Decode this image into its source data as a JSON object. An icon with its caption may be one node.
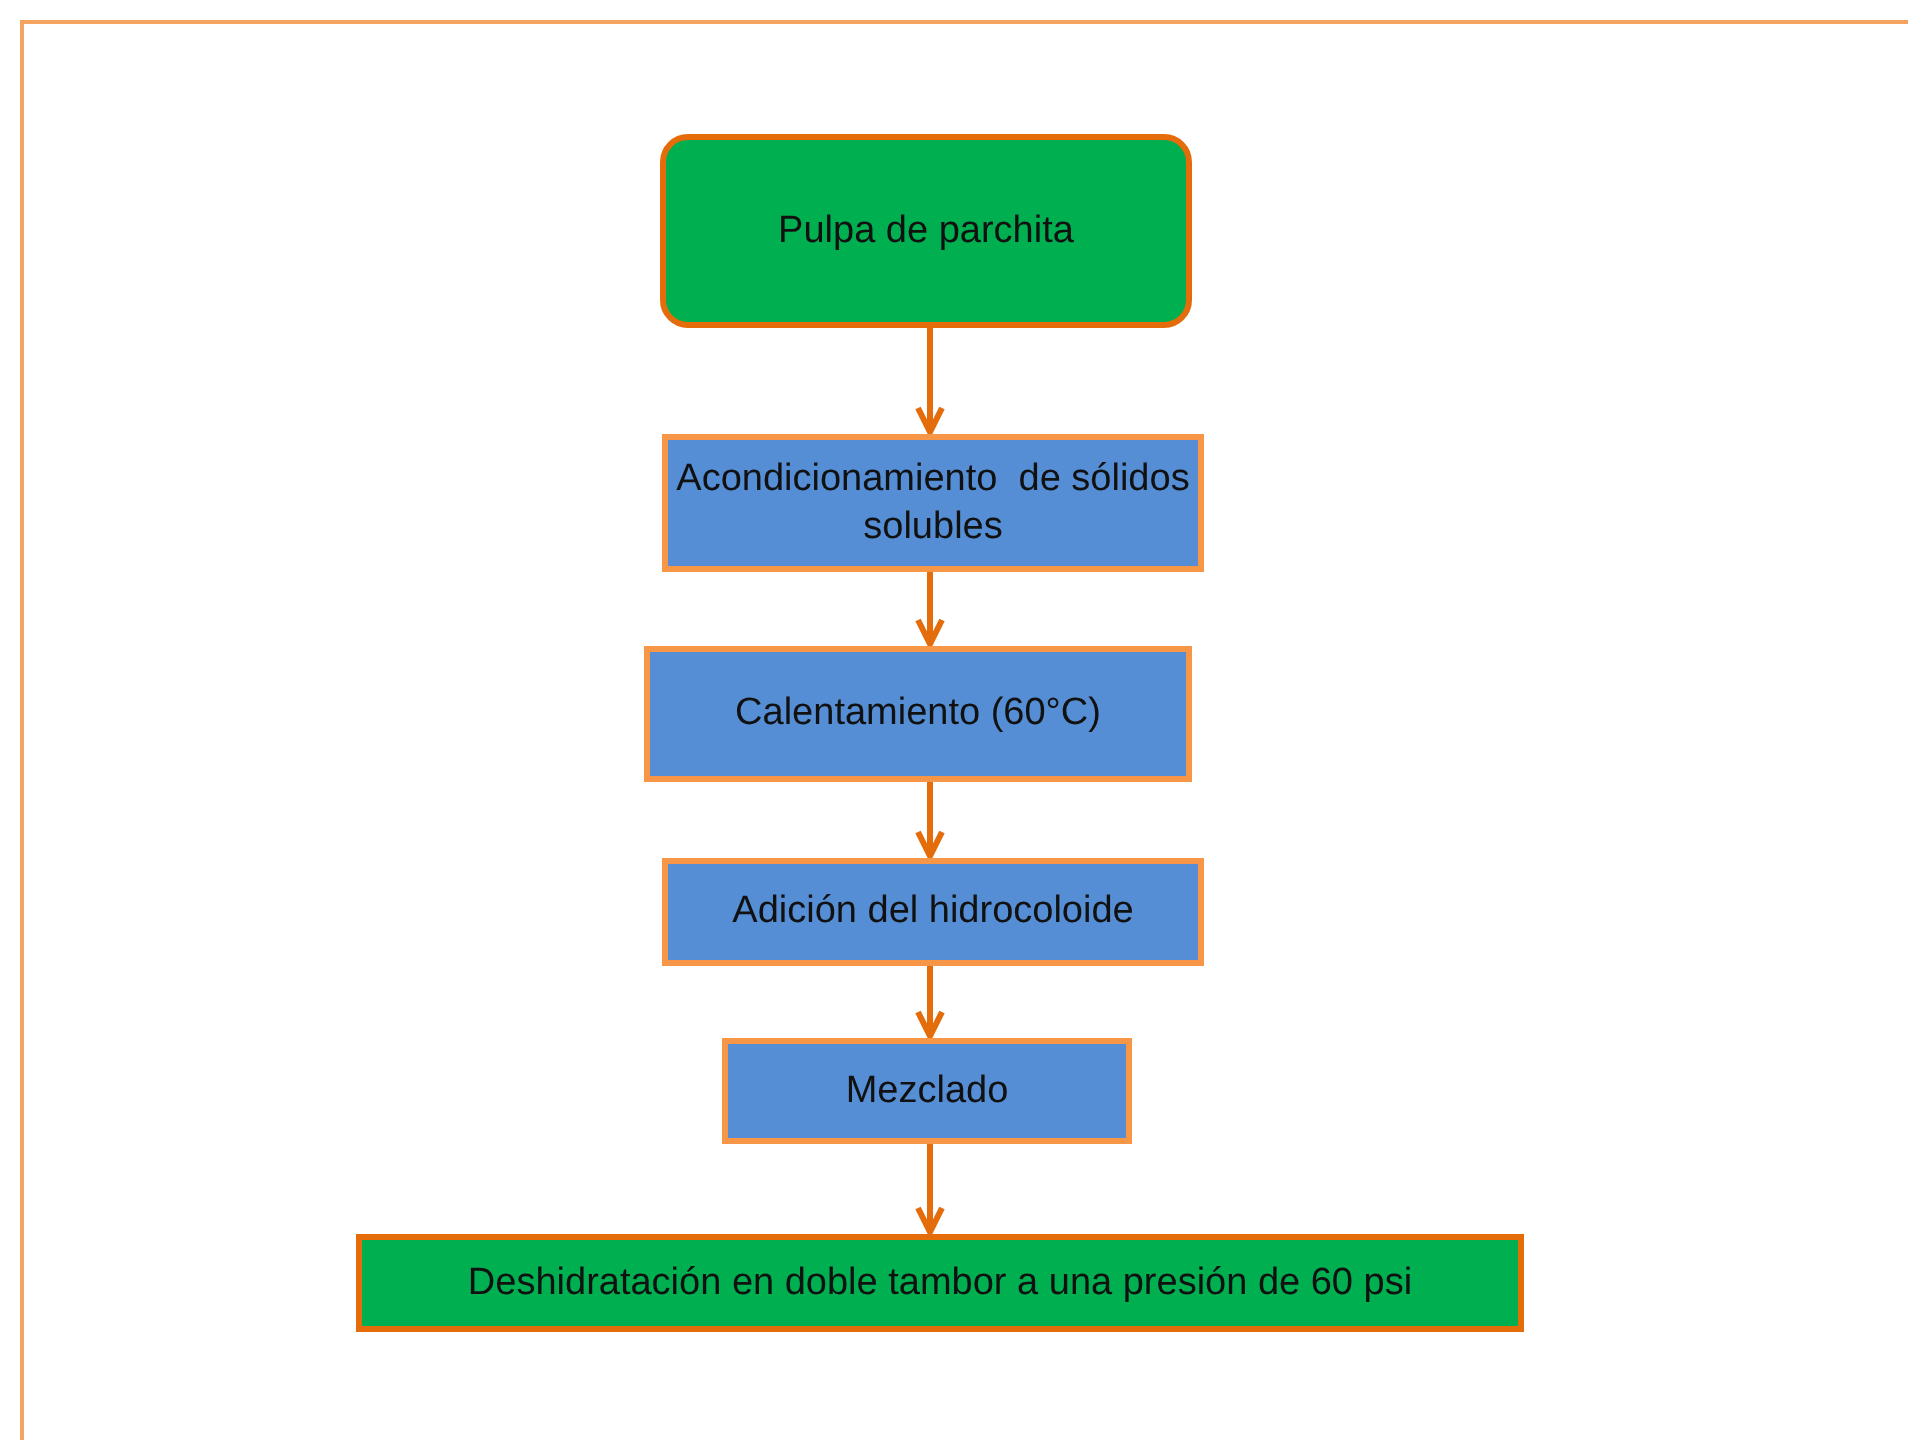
{
  "diagram": {
    "nodes": [
      {
        "text": [
          "Pulpa de parchita"
        ]
      },
      {
        "text": [
          "Acondicionamiento  de sólidos solubles"
        ]
      },
      {
        "text": [
          "Calentamiento (60°C)"
        ]
      },
      {
        "text": [
          "Adición del hidrocoloide"
        ]
      },
      {
        "text": [
          "Mezclado"
        ]
      },
      {
        "text": [
          "Deshidratación en doble tambor a una presión de 60 psi"
        ]
      }
    ],
    "edges": [
      {
        "from": 0,
        "to": 1,
        "arrow": "to"
      },
      {
        "from": 1,
        "to": 2,
        "arrow": "to"
      },
      {
        "from": 2,
        "to": 3,
        "arrow": "to"
      },
      {
        "from": 3,
        "to": 4,
        "arrow": "to"
      },
      {
        "from": 4,
        "to": 5,
        "arrow": "to"
      }
    ]
  }
}
